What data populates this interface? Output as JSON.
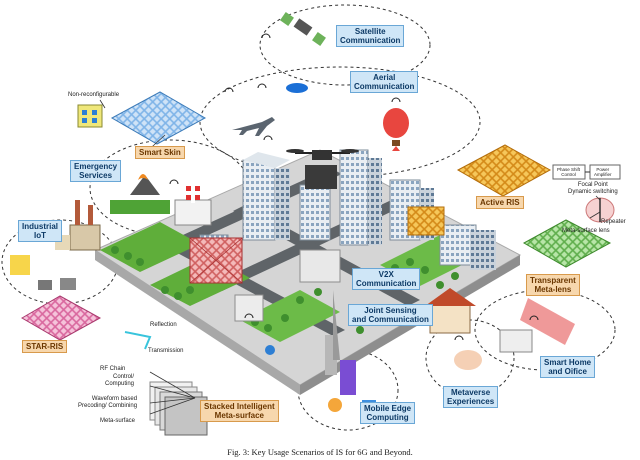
{
  "labels": {
    "satellite": "Satellite\nCommunication",
    "aerial": "Aerial\nCommunication",
    "smart_skin": "Smart Skin",
    "non_reconfigurable": "Non-reconfigurable",
    "emergency": "Emergency\nServices",
    "industrial": "Industrial\nIoT",
    "active_ris": "Active RIS",
    "focal_point": "Focal Point\nDynamic switching",
    "repeater": "Repeater",
    "phase_shift": "Phase Shift\nControl",
    "power_amp": "Power\nAmplifier",
    "meta_surface_lens": "Meta-surface lens",
    "transparent": "Transparent\nMeta-lens",
    "v2x": "V2X\nCommunication",
    "joint_sensing": "Joint Sensing\nand Communication",
    "star_ris": "STAR-RIS",
    "reflection": "Reflection",
    "transmission": "Transmission",
    "smart_home": "Smart Home\nand Oifice",
    "metaverse": "Metaverse\nExperiences",
    "mobile_edge": "Mobile Edge\nComputing",
    "sim": "Stacked Intelligent\nMeta-surface",
    "rf_chain": "RF Chain",
    "control": "Control/\nComputing",
    "waveform": "Waveform based\nPrecoding/ Combining",
    "meta_surface": "Meta-surface"
  },
  "caption": "Fig. 3: Key Usage Scenarios of IS for 6G and Beyond.",
  "colors": {
    "label_fill": "#cfe6f7",
    "label_border": "#6aa7d6",
    "label_orange": "#f7d7ad",
    "ground": "#cfcfcf",
    "grass": "#5fae3a",
    "road": "#5f6468",
    "ris_blue": "#7fb4e8",
    "ris_orange": "#f3b13d",
    "ris_green": "#8fd07a",
    "ris_red": "#e07f7f"
  }
}
